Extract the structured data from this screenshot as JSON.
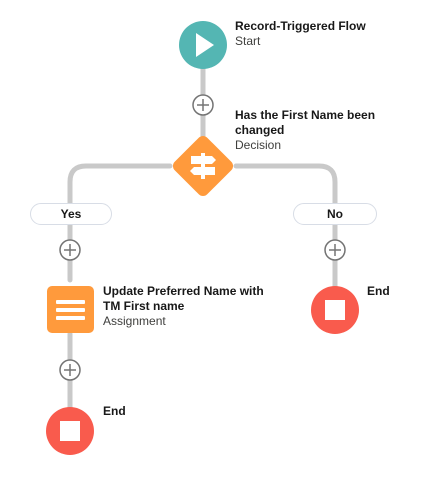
{
  "start": {
    "title": "Record-Triggered Flow",
    "subtitle": "Start",
    "icon": "play-icon",
    "color": "#54b6b3"
  },
  "decision": {
    "title_line1": "Has the First Name been",
    "title_line2": "changed",
    "subtitle": "Decision",
    "icon": "signpost-icon",
    "color": "#ff9a3c"
  },
  "branches": {
    "yes": {
      "label": "Yes"
    },
    "no": {
      "label": "No"
    }
  },
  "assignment": {
    "title_line1": "Update Preferred Name with",
    "title_line2": "TM First name",
    "subtitle": "Assignment",
    "icon": "assignment-icon",
    "color": "#ff9a3c"
  },
  "end_yes": {
    "title": "End",
    "icon": "stop-icon",
    "color": "#f95b4d"
  },
  "end_no": {
    "title": "End",
    "icon": "stop-icon",
    "color": "#f95b4d"
  },
  "connector_color": "#c9c9c9",
  "add_icon": "plus-circle-icon"
}
